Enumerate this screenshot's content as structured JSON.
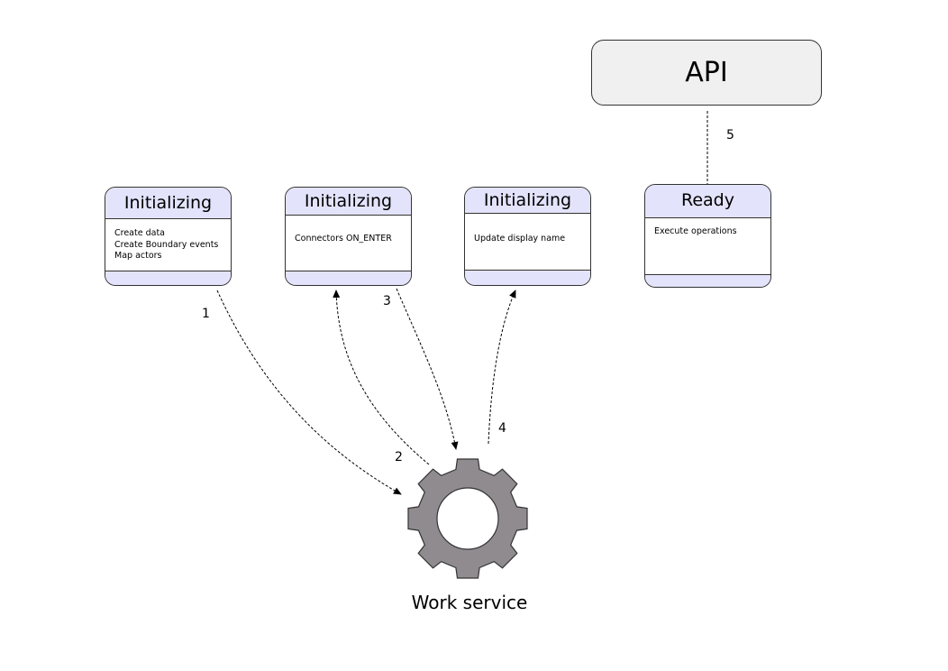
{
  "api": {
    "label": "API"
  },
  "states": [
    {
      "title": "Initializing",
      "lines": [
        "Create data",
        "Create Boundary events",
        "Map actors"
      ]
    },
    {
      "title": "Initializing",
      "lines": [
        "Connectors ON_ENTER"
      ]
    },
    {
      "title": "Initializing",
      "lines": [
        "Update display name"
      ]
    },
    {
      "title": "Ready",
      "lines": [
        "Execute operations"
      ]
    }
  ],
  "edges": {
    "e1": "1",
    "e2": "2",
    "e3": "3",
    "e4": "4",
    "e5": "5"
  },
  "service": {
    "label": "Work service",
    "icon": "gear-icon"
  },
  "colors": {
    "state_header": "#e3e3fb",
    "api_fill": "#f0f0f0",
    "gear_fill": "#8f8b8f"
  }
}
